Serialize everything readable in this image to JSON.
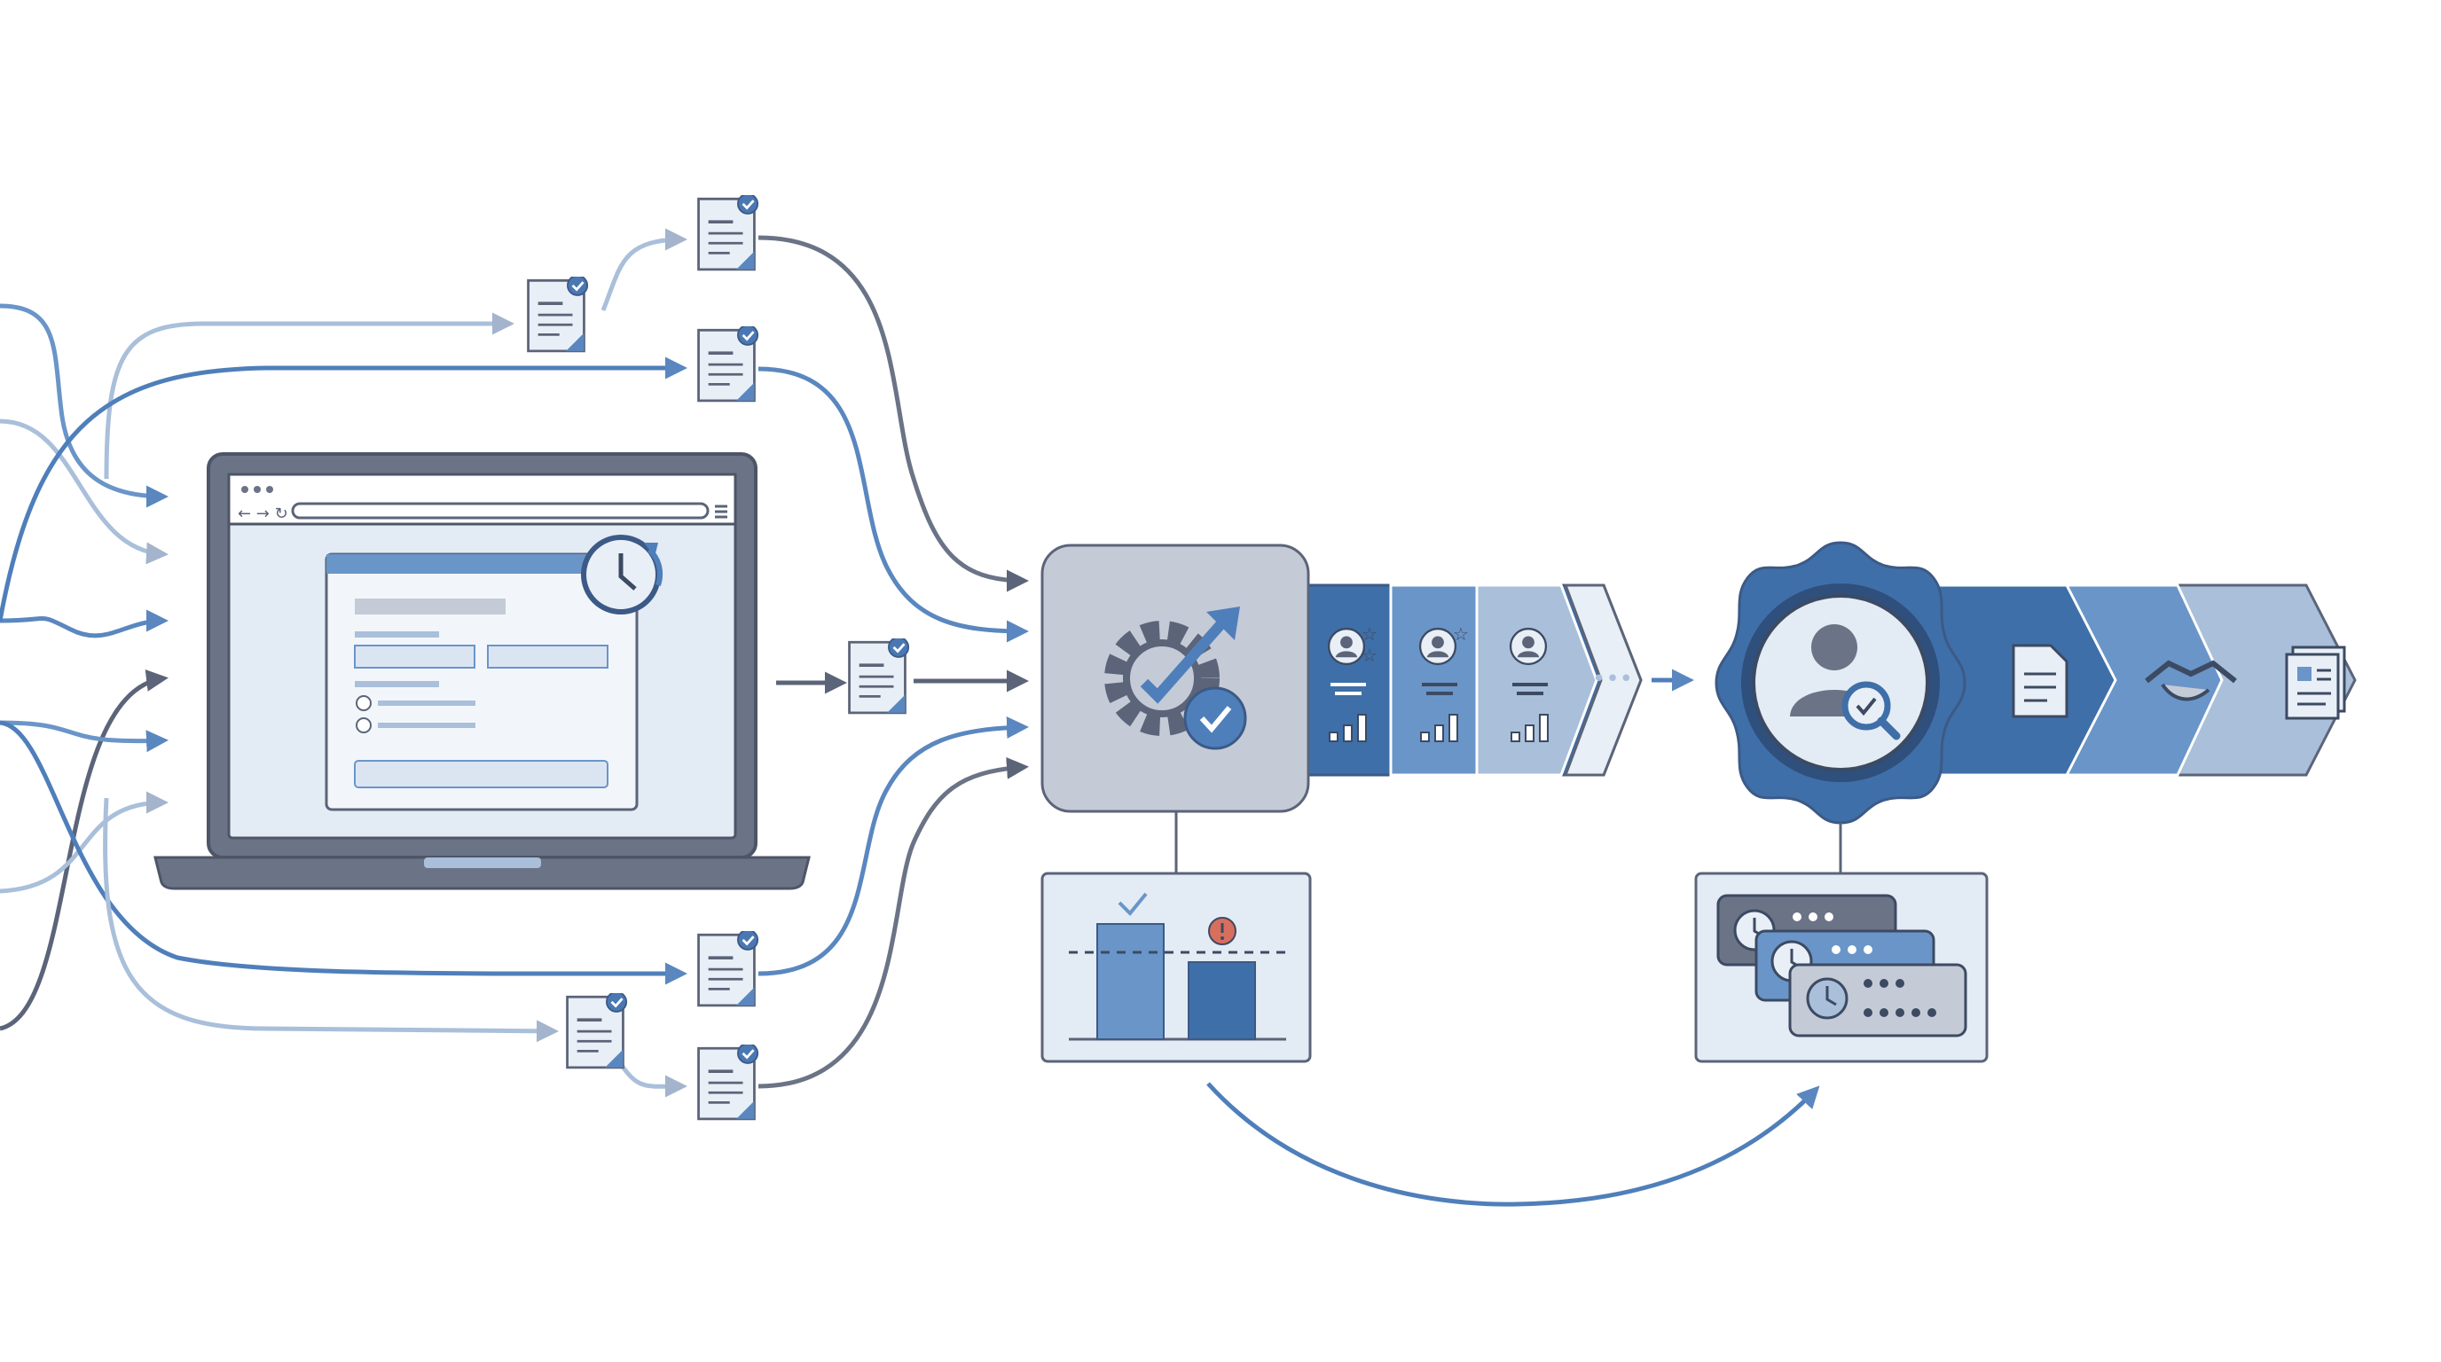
{
  "colors": {
    "background": "#ffffff",
    "outline": "#5b6478",
    "slate": "#6b7386",
    "blue_dark": "#3f6fa8",
    "blue_mid": "#6a95c8",
    "blue_light": "#a9bfda",
    "panel_fill": "#e3ebf5",
    "panel_grey": "#c4cbd7",
    "page_fill": "#e9eff7",
    "alert": "#d86e5d",
    "check": "#3f6fa8"
  },
  "icons": {
    "browser_window": "laptop-browser-form",
    "schedule": "clock-refresh-icon",
    "documents": "checked-document-icon",
    "processor": "gear-check-growth-icon",
    "candidates": "user-star-bars-icon",
    "review_badge": "user-magnifier-check-icon",
    "outputs": [
      "document-icon",
      "handshake-icon",
      "report-icon"
    ],
    "chart_panel": "bar-threshold-check-alert",
    "queue_panel": "clock-stacked-cards"
  },
  "stages": {
    "candidate_count": 3,
    "output_count": 3,
    "input_documents": 7
  }
}
